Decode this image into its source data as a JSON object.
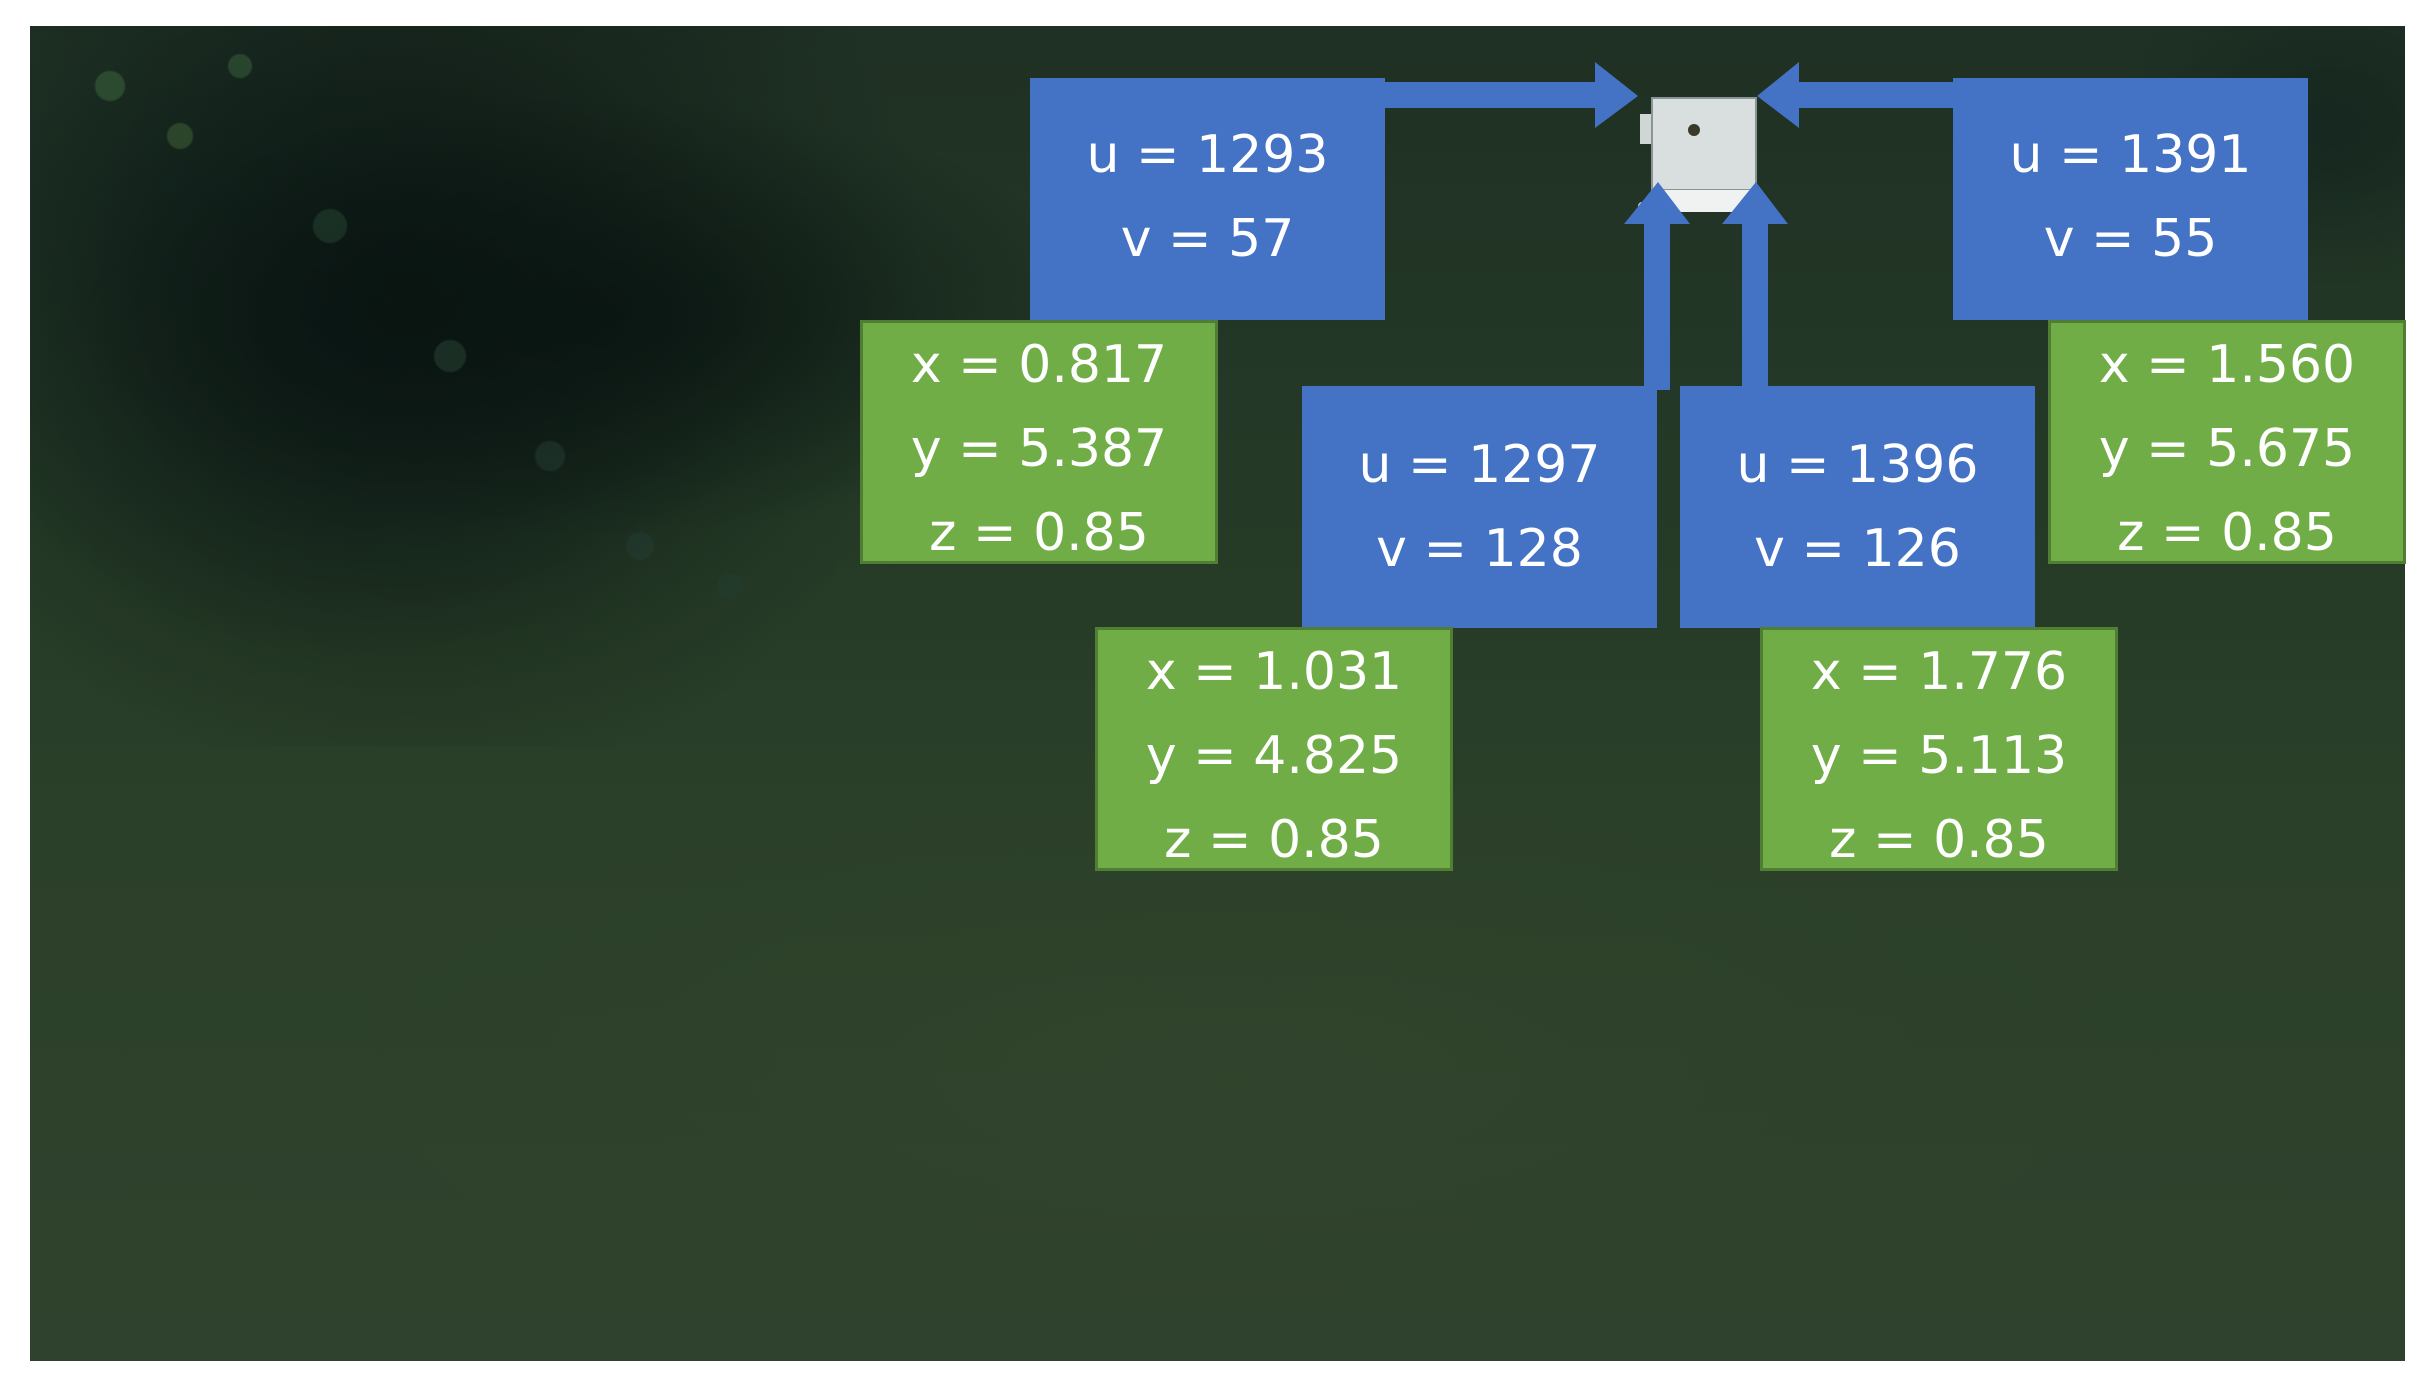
{
  "colors": {
    "pixel_box": "#4472c4",
    "world_box": "#70ad47",
    "world_box_border": "#507e32",
    "arrow": "#4472c4"
  },
  "points": [
    {
      "pixel": {
        "u": "u = 1293",
        "v": "v = 57"
      },
      "world": {
        "x": "x = 0.817",
        "y": "y = 5.387",
        "z": "z = 0.85"
      }
    },
    {
      "pixel": {
        "u": "u = 1391",
        "v": "v = 55"
      },
      "world": {
        "x": "x = 1.560",
        "y": "y = 5.675",
        "z": "z = 0.85"
      }
    },
    {
      "pixel": {
        "u": "u = 1297",
        "v": "v = 128"
      },
      "world": {
        "x": "x = 1.031",
        "y": "y = 4.825",
        "z": "z = 0.85"
      }
    },
    {
      "pixel": {
        "u": "u = 1396",
        "v": "v = 126"
      },
      "world": {
        "x": "x = 1.776",
        "y": "y = 5.113",
        "z": "z = 0.85"
      }
    }
  ]
}
